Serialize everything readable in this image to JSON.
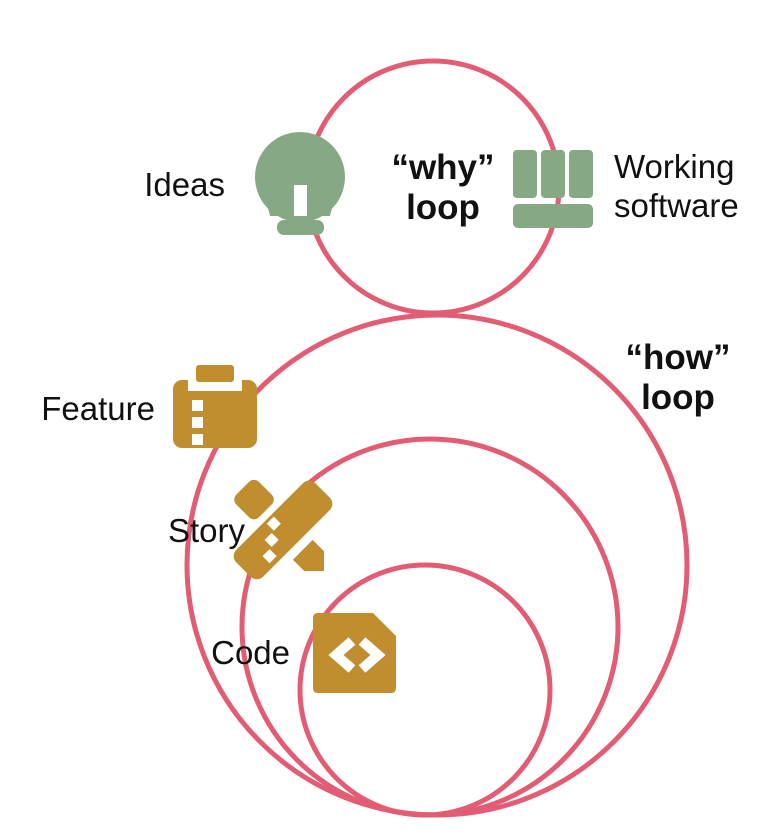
{
  "colors": {
    "loop": "#E25C73",
    "why-accent": "#86A884",
    "how-accent": "#C08D2F",
    "text": "#111111"
  },
  "why_loop": {
    "label": "“why”\nloop",
    "items": [
      {
        "label": "Ideas",
        "icon": "lightbulb-icon"
      },
      {
        "label": "Working\nsoftware",
        "icon": "board-columns-icon"
      }
    ]
  },
  "how_loop": {
    "label": "“how”\nloop",
    "items": [
      {
        "label": "Feature",
        "icon": "clipboard-list-icon"
      },
      {
        "label": "Story",
        "icon": "design-tools-icon"
      },
      {
        "label": "Code",
        "icon": "code-file-icon"
      }
    ]
  }
}
